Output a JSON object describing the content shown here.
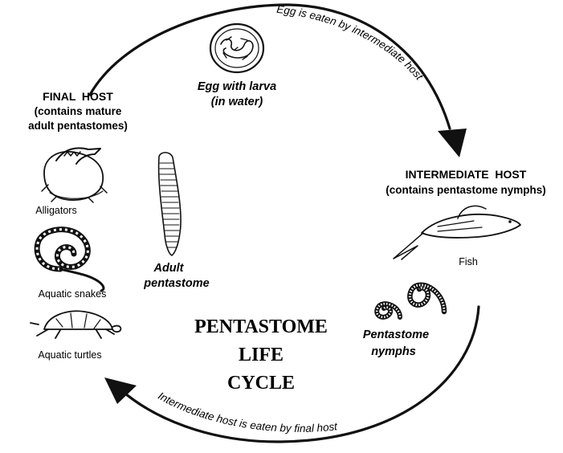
{
  "title": {
    "line1": "PENTASTOME",
    "line2": "LIFE",
    "line3": "CYCLE"
  },
  "final_host": {
    "heading": "FINAL  HOST",
    "sub1": "(contains mature",
    "sub2": "adult pentastomes)",
    "animals": {
      "alligators": "Alligators",
      "snakes": "Aquatic snakes",
      "turtles": "Aquatic turtles"
    },
    "adult_label1": "Adult",
    "adult_label2": "pentastome"
  },
  "egg": {
    "label1": "Egg with larva",
    "label2": "(in water)"
  },
  "intermediate_host": {
    "heading": "INTERMEDIATE  HOST",
    "sub": "(contains pentastome nymphs)",
    "fish_label": "Fish",
    "nymph_label1": "Pentastome",
    "nymph_label2": "nymphs"
  },
  "arrows": {
    "top": "Egg is eaten by intermediate host",
    "bottom": "Intermediate host is eaten by final host"
  },
  "icons": [
    "egg-icon",
    "worm-icon",
    "alligator-icon",
    "snake-icon",
    "turtle-icon",
    "fish-icon",
    "nymph-icon",
    "arrowhead-icon"
  ]
}
